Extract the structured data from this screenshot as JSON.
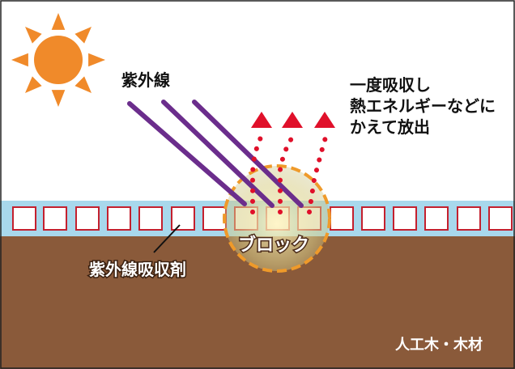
{
  "labels": {
    "uv": "紫外線",
    "absorb_line1": "一度吸収し",
    "absorb_line2": "熱エネルギーなどに",
    "absorb_line3": "かえて放出",
    "block": "ブロック",
    "absorber": "紫外線吸収剤",
    "substrate": "人工木・木材"
  },
  "colors": {
    "sun": "#f08a2a",
    "uv_ray": "#6b2d8c",
    "emission": "#e0102a",
    "coating": "#a8d8ec",
    "absorber_box_border": "#c4202e",
    "wood": "#8a5a3a",
    "block_circle_border": "#ef9a2a"
  },
  "icons": {
    "sun": "sun-icon"
  }
}
